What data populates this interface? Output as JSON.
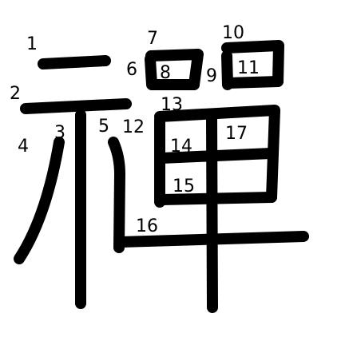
{
  "character": "禪",
  "stroke_color": "#000000",
  "number_color": "#000000",
  "background": "#ffffff",
  "stroke_numbers": [
    "1",
    "2",
    "3",
    "4",
    "5",
    "6",
    "7",
    "8",
    "9",
    "10",
    "11",
    "12",
    "13",
    "14",
    "15",
    "16",
    "17"
  ]
}
